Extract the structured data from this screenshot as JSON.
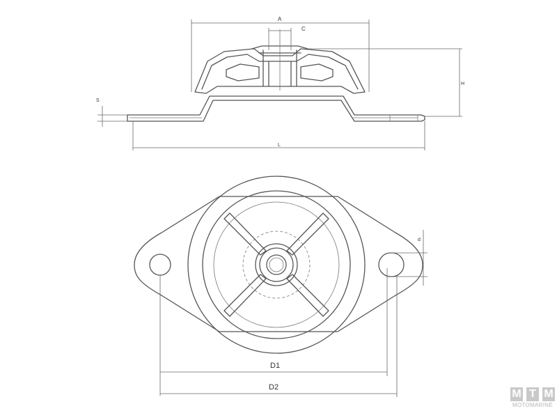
{
  "side_view": {
    "dim_A": "A",
    "dim_C": "C",
    "dim_H": "H",
    "dim_L": "L",
    "dim_S": "S"
  },
  "top_view": {
    "dim_D1": "D1",
    "dim_D2": "D2",
    "dim_d": "d"
  },
  "watermark": {
    "letters": [
      "M",
      "T",
      "M"
    ],
    "text": "MOTOMARINE"
  }
}
